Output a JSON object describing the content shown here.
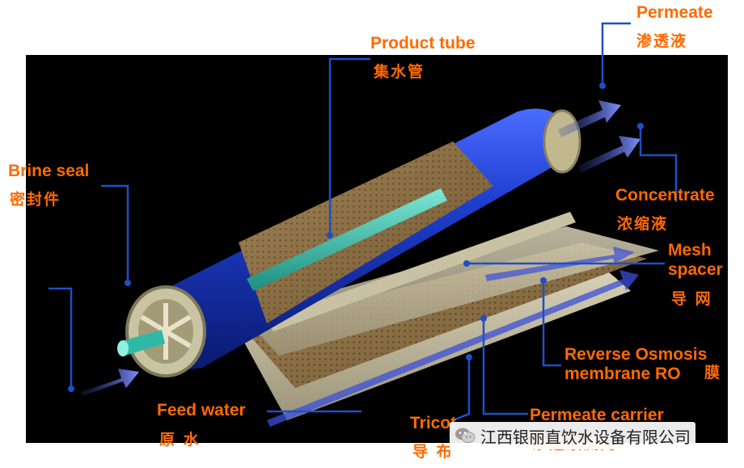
{
  "labels": {
    "permeate": {
      "en": "Permeate",
      "zh": "渗透液"
    },
    "product_tube": {
      "en": "Product tube",
      "zh": "集水管"
    },
    "brine_seal": {
      "en": "Brine seal",
      "zh": "密封件"
    },
    "concentrate": {
      "en": "Concentrate",
      "zh": "浓缩液"
    },
    "mesh_spacer": {
      "en1": "Mesh",
      "en2": "spacer",
      "zh": "导  网"
    },
    "ro_membrane": {
      "en1": "Reverse Osmosis",
      "en2": "membrane RO",
      "zh": "膜"
    },
    "feed_water": {
      "en": "Feed water",
      "zh": "原  水"
    },
    "permeate_carrier": {
      "en": "Permeate carrier",
      "zh": "渗透液流向"
    },
    "tricot": {
      "en": "Tricot",
      "zh": "导  布"
    }
  },
  "watermark": {
    "text": "江西银丽直饮水设备有限公司",
    "icon": "wechat-icon"
  },
  "colors": {
    "accent": "#ff6a00",
    "leader": "#1e4fc8",
    "housing": "#1536a8",
    "background": "#000000"
  }
}
